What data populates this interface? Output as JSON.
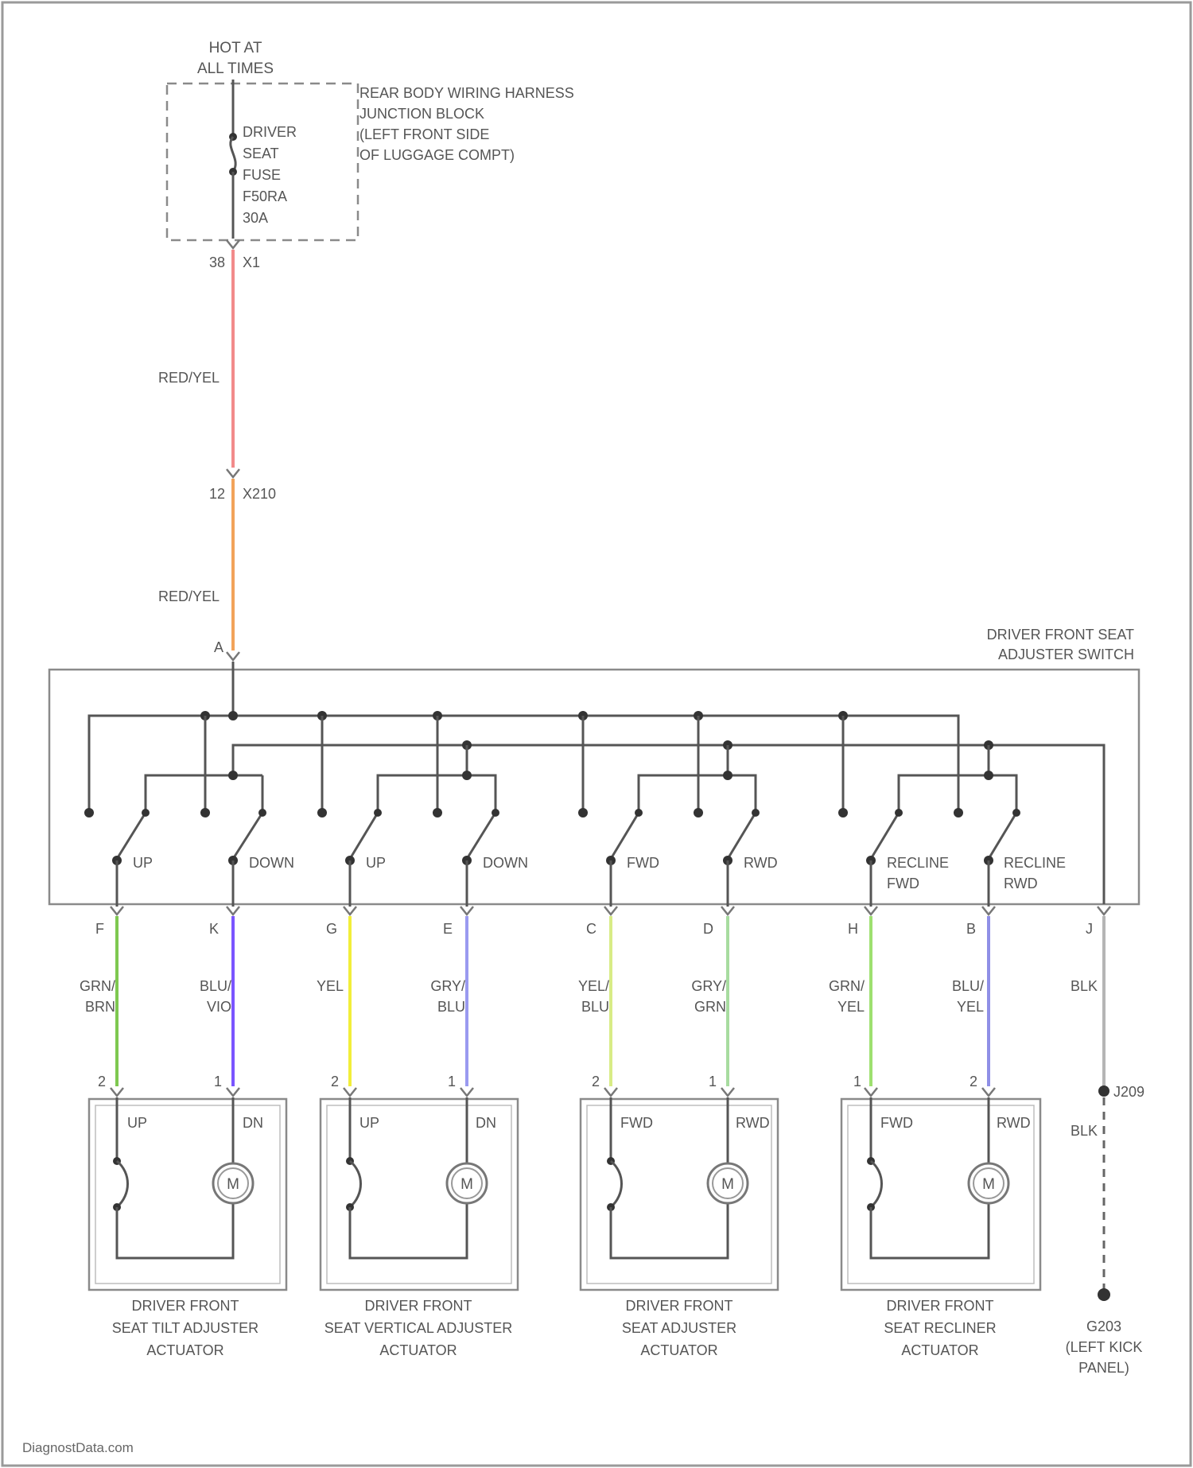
{
  "supply": {
    "hot_label": [
      "HOT AT",
      "ALL TIMES"
    ],
    "junction_block_label": [
      "REAR BODY WIRING HARNESS",
      "JUNCTION BLOCK",
      "(LEFT FRONT SIDE",
      "OF LUGGAGE COMPT)"
    ],
    "fuse_label": [
      "DRIVER",
      "SEAT",
      "FUSE",
      "F50RA",
      "30A"
    ],
    "connector_x1": [
      "38",
      "X1"
    ],
    "wire_1_color_label": "RED/YEL",
    "connector_x210": [
      "12",
      "X210"
    ],
    "wire_2_color_label": "RED/YEL",
    "switch_input_pin": "A",
    "wire_1_color": "#f28b8b",
    "wire_2_color": "#f2a35a"
  },
  "switch": {
    "label": [
      "DRIVER FRONT SEAT",
      "ADJUSTER SWITCH"
    ],
    "contacts": [
      {
        "label": [
          "UP"
        ]
      },
      {
        "label": [
          "DOWN"
        ]
      },
      {
        "label": [
          "UP"
        ]
      },
      {
        "label": [
          "DOWN"
        ]
      },
      {
        "label": [
          "FWD"
        ]
      },
      {
        "label": [
          "RWD"
        ]
      },
      {
        "label": [
          "RECLINE",
          "FWD"
        ]
      },
      {
        "label": [
          "RECLINE",
          "RWD"
        ]
      }
    ],
    "ground_pin": "J"
  },
  "output_wires": [
    {
      "switch_pin": "F",
      "color_label": [
        "GRN/",
        "BRN"
      ],
      "actuator_pin": "2",
      "color": "#7ec850"
    },
    {
      "switch_pin": "K",
      "color_label": [
        "BLU/",
        "VIO"
      ],
      "actuator_pin": "1",
      "color": "#7a55ff"
    },
    {
      "switch_pin": "G",
      "color_label": [
        "YEL"
      ],
      "actuator_pin": "2",
      "color": "#f2ee3a"
    },
    {
      "switch_pin": "E",
      "color_label": [
        "GRY/",
        "BLU"
      ],
      "actuator_pin": "1",
      "color": "#9a9af0"
    },
    {
      "switch_pin": "C",
      "color_label": [
        "YEL/",
        "BLU"
      ],
      "actuator_pin": "2",
      "color": "#d8ec86"
    },
    {
      "switch_pin": "D",
      "color_label": [
        "GRY/",
        "GRN"
      ],
      "actuator_pin": "1",
      "color": "#a8dca0"
    },
    {
      "switch_pin": "H",
      "color_label": [
        "GRN/",
        "YEL"
      ],
      "actuator_pin": "1",
      "color": "#9ee070"
    },
    {
      "switch_pin": "B",
      "color_label": [
        "BLU/",
        "YEL"
      ],
      "actuator_pin": "2",
      "color": "#8f8fe6"
    }
  ],
  "actuators": [
    {
      "name": [
        "DRIVER FRONT",
        "SEAT TILT ADJUSTER",
        "ACTUATOR"
      ],
      "left_label": "UP",
      "right_label": "DN",
      "motor": "M"
    },
    {
      "name": [
        "DRIVER FRONT",
        "SEAT VERTICAL ADJUSTER",
        "ACTUATOR"
      ],
      "left_label": "UP",
      "right_label": "DN",
      "motor": "M"
    },
    {
      "name": [
        "DRIVER FRONT",
        "SEAT ADJUSTER",
        "ACTUATOR"
      ],
      "left_label": "FWD",
      "right_label": "RWD",
      "motor": "M"
    },
    {
      "name": [
        "DRIVER FRONT",
        "SEAT RECLINER",
        "ACTUATOR"
      ],
      "left_label": "FWD",
      "right_label": "RWD",
      "motor": "M"
    }
  ],
  "ground": {
    "wire_color_label_top": "BLK",
    "splice": "J209",
    "wire_color_label_bottom": "BLK",
    "ground_point": [
      "G203",
      "(LEFT KICK",
      "PANEL)"
    ]
  },
  "watermark": "DiagnostData.com"
}
